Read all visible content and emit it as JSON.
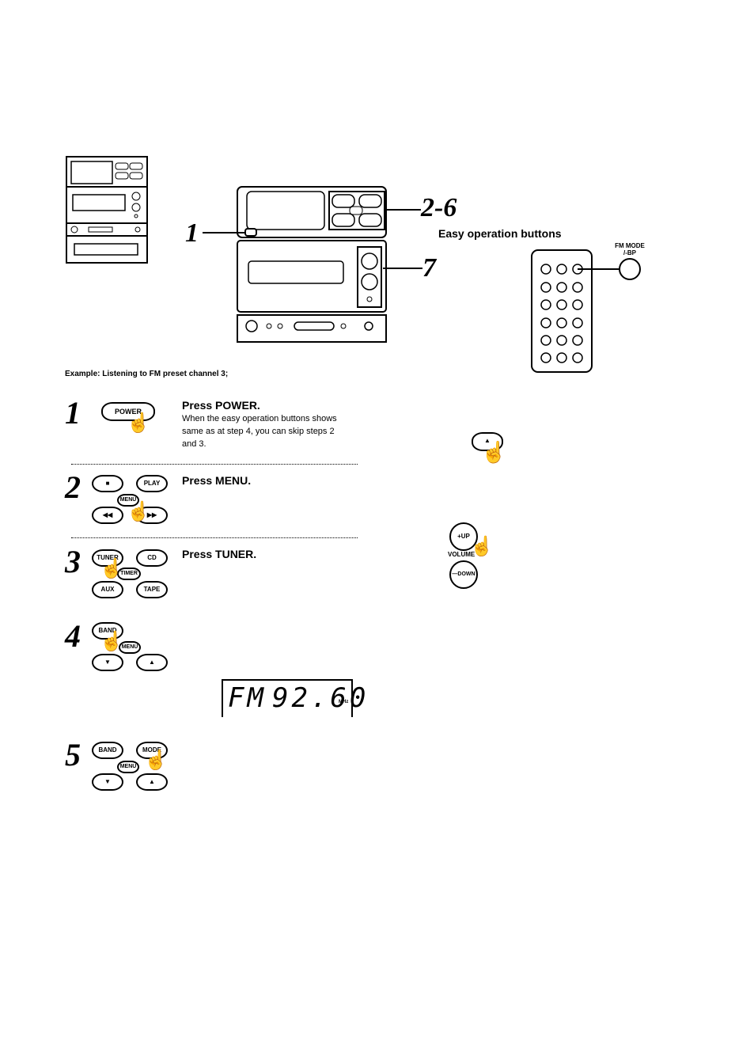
{
  "callouts": {
    "c1": "1",
    "c26": "2-6",
    "c7": "7"
  },
  "easy_ops": {
    "heading": "Easy operation buttons",
    "fm_mode_label_1": "FM MODE",
    "fm_mode_label_2": "/-BP"
  },
  "example": "Example:  Listening to FM preset channel 3;",
  "steps": [
    {
      "num": "1",
      "title": "Press POWER.",
      "text_lines": [
        "When the easy operation buttons shows",
        "same as at step 4, you can skip steps 2",
        "and 3."
      ]
    },
    {
      "num": "2",
      "title": "Press MENU."
    },
    {
      "num": "3",
      "title": "Press TUNER."
    },
    {
      "num": "4"
    },
    {
      "num": "5"
    }
  ],
  "buttons": {
    "power": "POWER",
    "stop": "■",
    "play": "PLAY",
    "rew": "◀◀",
    "ff": "▶▶",
    "menu": "MENU",
    "tuner": "TUNER",
    "cd": "CD",
    "timer": "TIMER",
    "aux": "AUX",
    "tape": "TAPE",
    "band": "BAND",
    "menu2": "MENU",
    "down": "▼",
    "up": "▲",
    "mode": "MODE",
    "vol_up": "+UP",
    "vol_down": "—DOWN",
    "volume": "VOLUME"
  },
  "display": {
    "band": "FM",
    "freq": "92.60",
    "unit": "MHz"
  }
}
